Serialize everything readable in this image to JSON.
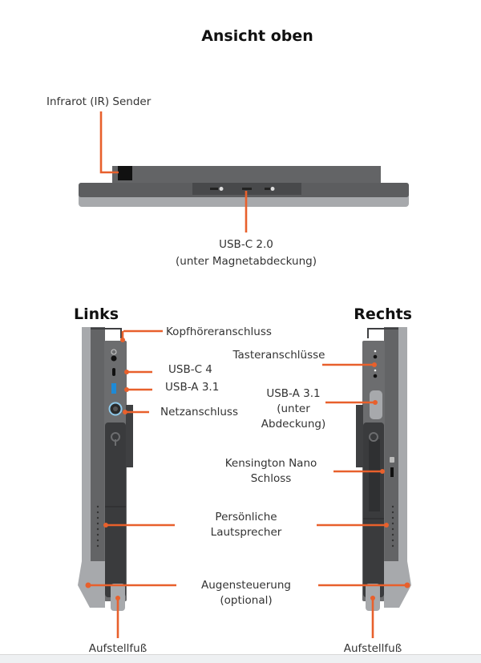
{
  "titles": {
    "top": "Ansicht oben",
    "left": "Links",
    "right": "Rechts"
  },
  "top_labels": {
    "ir": "Infrarot (IR) Sender",
    "usbc_1": "USB-C 2.0",
    "usbc_2": "(unter Magnetabdeckung)"
  },
  "left_labels": {
    "headphone": "Kopfhöreranschluss",
    "usbc": "USB-C 4",
    "usba": "USB-A 3.1",
    "power": "Netzanschluss"
  },
  "right_labels": {
    "buttons": "Tasteranschlüsse",
    "usba_1": "USB-A 3.1",
    "usba_2": "(unter",
    "usba_3": "Abdeckung)",
    "kensington_1": "Kensington Nano",
    "kensington_2": "Schloss"
  },
  "center_labels": {
    "speakers_1": "Persönliche",
    "speakers_2": "Lautsprecher",
    "eye_1": "Augensteuerung",
    "eye_2": "(optional)"
  },
  "foot_label_left": "Aufstellfuß",
  "foot_label_right": "Aufstellfuß",
  "colors": {
    "accent": "#e8602c",
    "dark": "#3f4042",
    "mid": "#636466",
    "light": "#a7a9ac",
    "usb_blue": "#1e8ad6"
  }
}
